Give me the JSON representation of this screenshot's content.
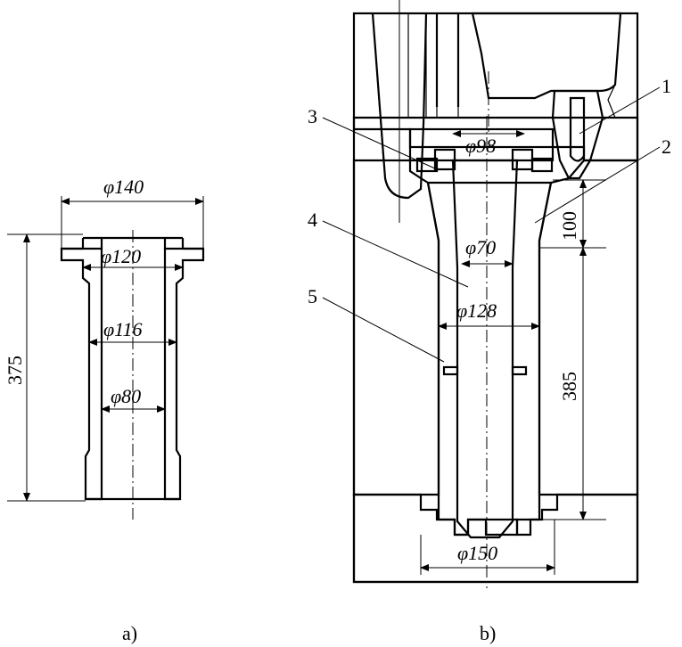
{
  "figure_a": {
    "caption": "a)",
    "dims": {
      "d_top": "φ140",
      "d_flange": "φ120",
      "d_outer": "φ116",
      "d_inner": "φ80",
      "length": "375"
    }
  },
  "figure_b": {
    "caption": "b)",
    "dims": {
      "d_plate": "φ98",
      "d_core": "φ70",
      "d_bore": "φ128",
      "d_bottom": "φ150",
      "h_top": "100",
      "h_main": "385"
    },
    "labels": [
      "1",
      "2",
      "3",
      "4",
      "5"
    ]
  },
  "colors": {
    "ink": "#000000",
    "paper": "#ffffff"
  }
}
